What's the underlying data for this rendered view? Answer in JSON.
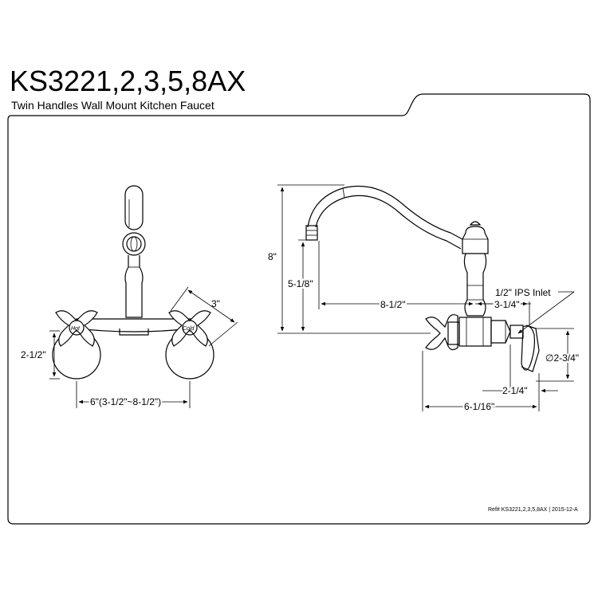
{
  "header": {
    "model": "KS3221,2,3,5,8AX",
    "description": "Twin Handles Wall Mount Kitchen Faucet"
  },
  "front_view": {
    "spread": "6\"(3-1/2\"~8-1/2\")",
    "flange_height": "2-1/2\"",
    "handle_size": "3\"",
    "hot_label": "Hot",
    "cold_label": "Cold"
  },
  "side_view": {
    "height": "8\"",
    "spout_clearance": "5-1/8\"",
    "spout_reach": "8-1/2\"",
    "body_offset": "3-1/4\"",
    "inlet": "1/2\" IPS Inlet",
    "flange_diameter": "∅2-3/4\"",
    "flange_depth": "2-1/4\"",
    "projection": "6-1/16\""
  },
  "footer": {
    "reference": "Ref# KS3221,2,3,5,8AX | 2015-12-A"
  }
}
